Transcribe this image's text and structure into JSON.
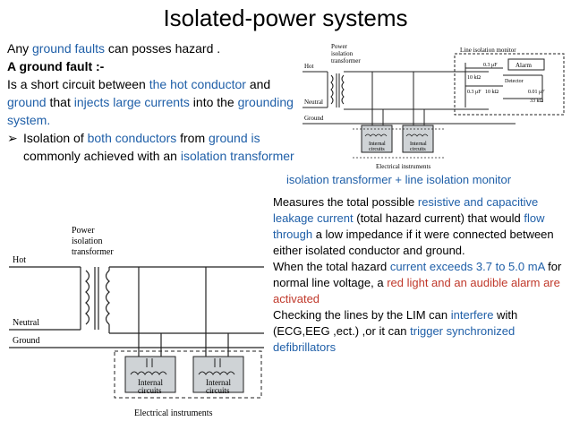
{
  "title": "Isolated-power systems",
  "left": {
    "line1": {
      "a": "Any ",
      "b": "ground faults",
      "c": " can posses hazard ."
    },
    "line2": "A ground fault :-",
    "line3": {
      "a": "Is a short circuit between ",
      "b": "the hot conductor",
      "c": " and ",
      "d": "ground",
      "e": " that  ",
      "f": "injects large currents",
      "g": " into the ",
      "h": "grounding system."
    },
    "bullet": {
      "glyph": "➢",
      "a": "Isolation of ",
      "b": "both conductors",
      "c": " from ",
      "d": "ground is",
      "e": " commonly achieved with an ",
      "f": "isolation transformer"
    }
  },
  "caption": "isolation transformer + line isolation  monitor",
  "right": {
    "p1": {
      "a": "Measures the total possible ",
      "b": "resistive and capacitive leakage current",
      "c": " (total hazard current) that would ",
      "d": "flow through",
      "e": " a low impedance if it were connected between either isolated conductor and ground."
    },
    "p2": {
      "a": "When the total hazard ",
      "b": "current exceeds 3.7 to 5.0 mA",
      "c": " for normal line voltage, a ",
      "d": "red light and an audible alarm are activated"
    },
    "p3": {
      "a": "Checking the lines by the  LIM can ",
      "b": "interfere",
      "c": " with (ECG,EEG ,ect.) ,or it can ",
      "d": "trigger synchronized defibrillators"
    }
  },
  "diagram_small": {
    "power": "Power",
    "isolation": "isolation",
    "transformer": "transformer",
    "hot": "Hot",
    "neutral": "Neutral",
    "ground": "Ground",
    "lim": "Line isolation monitor",
    "c1": "0.3 μF",
    "alarm": "Alarm",
    "r1": "10 kΩ",
    "detector": "Detector",
    "c2": "0.3 μF",
    "r2": "10 kΩ",
    "c3": "0.01 μF",
    "r3": "33 kΩ",
    "internal": "Internal",
    "circuits": "circuits",
    "instruments": "Electrical instruments"
  },
  "diagram_large": {
    "power": "Power",
    "isolation": "isolation",
    "transformer": "transformer",
    "hot": "Hot",
    "neutral": "Neutral",
    "ground": "Ground",
    "internal": "Internal",
    "circuits": "circuits",
    "instruments": "Electrical instruments"
  }
}
